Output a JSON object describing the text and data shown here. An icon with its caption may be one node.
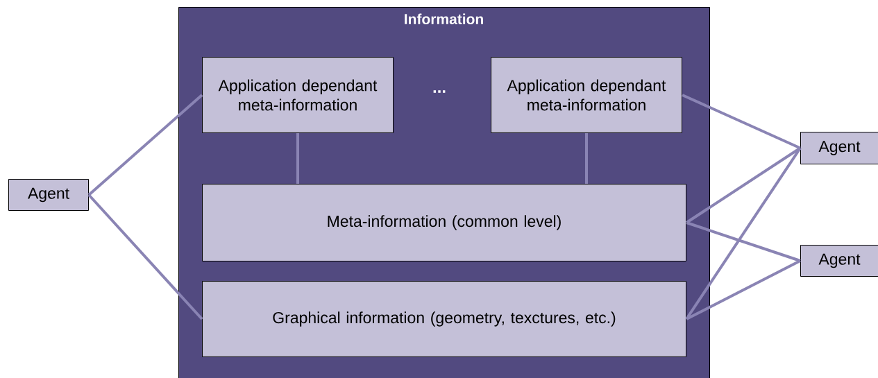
{
  "diagram": {
    "nodes": [
      {
        "text": [
          "Information"
        ]
      },
      {
        "text": [
          "Application dependant meta-information"
        ],
        "in": 0
      },
      {
        "text": [
          "Application dependant meta-information"
        ],
        "in": 0
      },
      {
        "text": [
          "Meta-information (common level)"
        ],
        "in": 0
      },
      {
        "text": [
          "Graphical information (geometry, texctures, etc.)"
        ],
        "in": 0
      },
      {
        "text": [
          "Agent"
        ]
      },
      {
        "text": [
          "Agent"
        ]
      },
      {
        "text": [
          "Agent"
        ]
      }
    ],
    "edges": [
      {
        "from": 5,
        "to": 1,
        "arrow": "none"
      },
      {
        "from": 5,
        "to": 4,
        "arrow": "none"
      },
      {
        "from": 1,
        "to": 3,
        "arrow": "none"
      },
      {
        "from": 2,
        "to": 3,
        "arrow": "none"
      },
      {
        "from": 2,
        "to": 6,
        "arrow": "none"
      },
      {
        "from": 3,
        "to": 6,
        "arrow": "none"
      },
      {
        "from": 3,
        "to": 7,
        "arrow": "none"
      },
      {
        "from": 4,
        "to": 6,
        "arrow": "none"
      },
      {
        "from": 4,
        "to": 7,
        "arrow": "none"
      }
    ],
    "labels": [
      "..."
    ]
  }
}
